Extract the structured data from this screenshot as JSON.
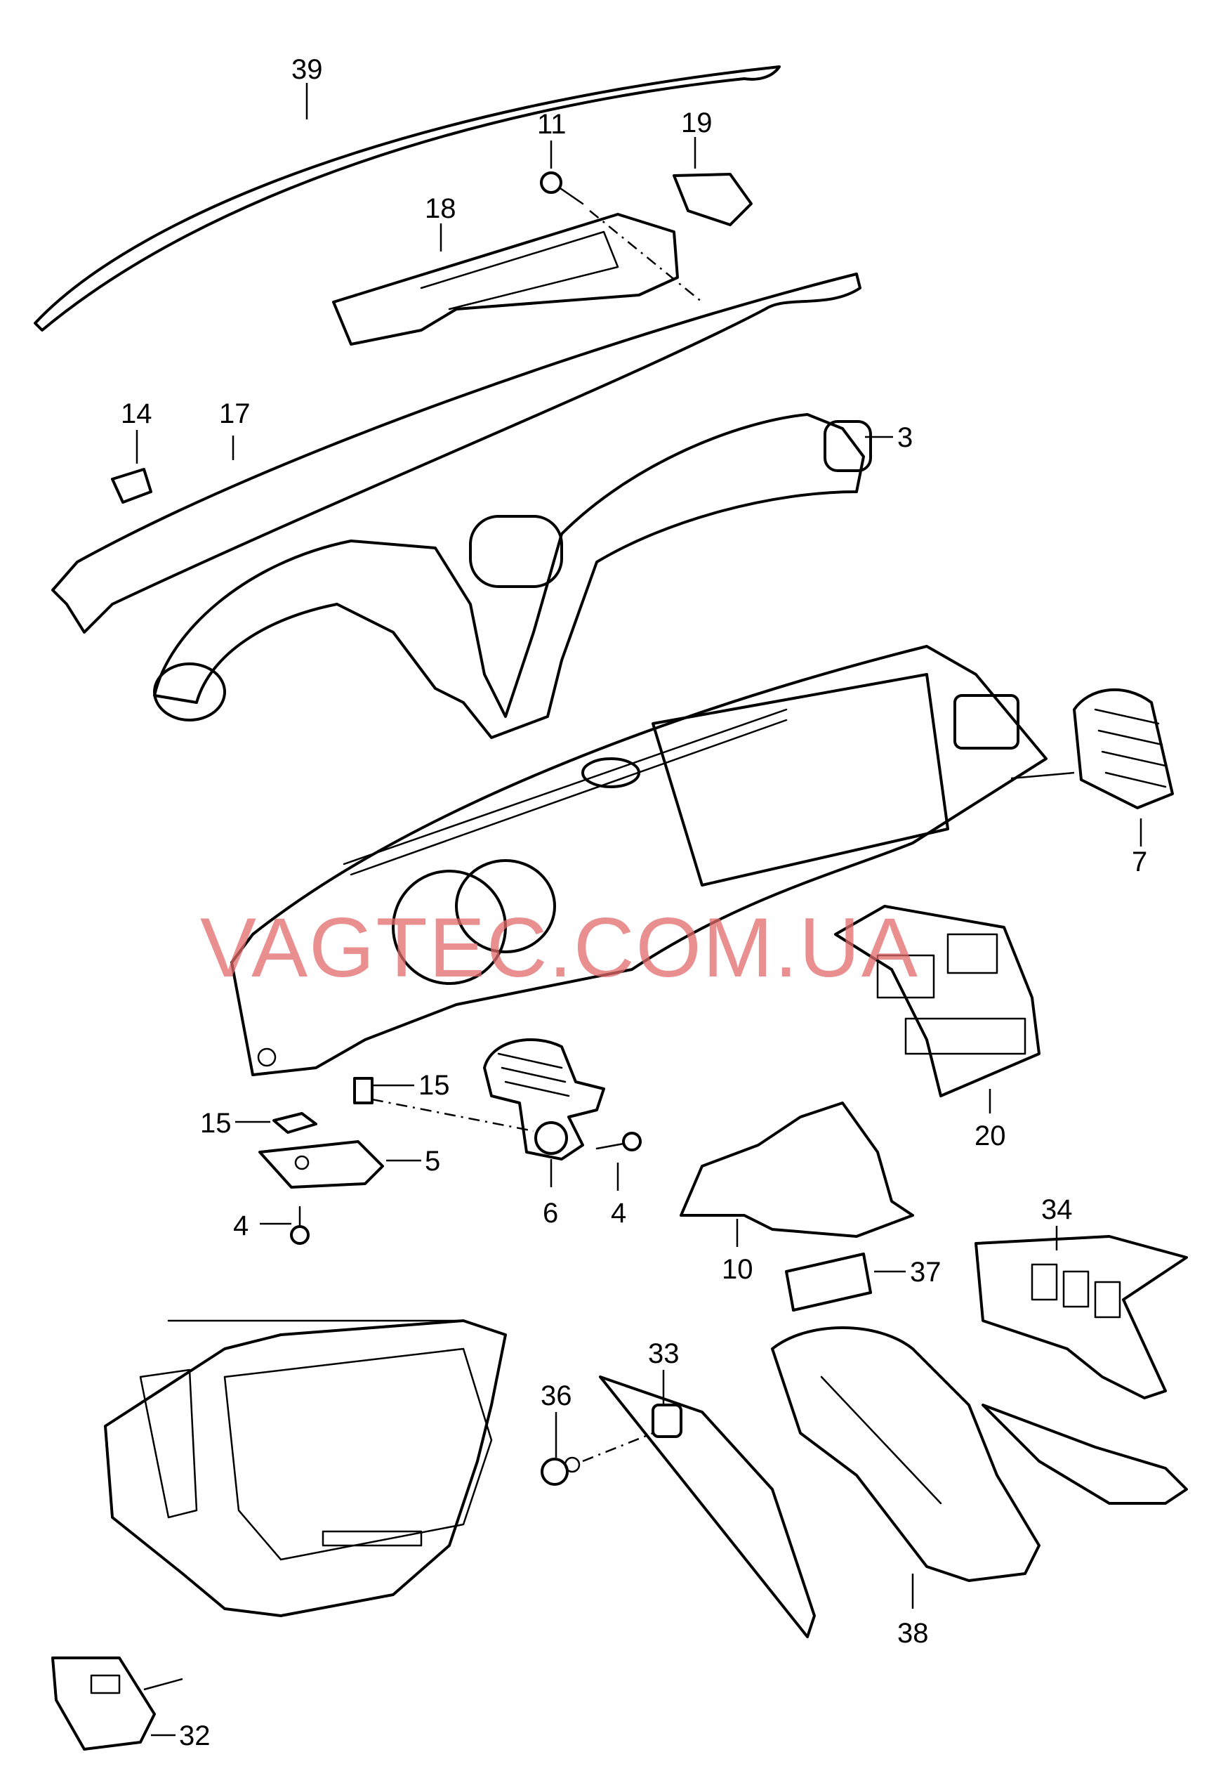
{
  "watermark": "VAGTEC.COM.UA",
  "callouts": {
    "c39": "39",
    "c11": "11",
    "c19": "19",
    "c18": "18",
    "c14": "14",
    "c17": "17",
    "c3": "3",
    "c7": "7",
    "c20": "20",
    "c15a": "15",
    "c15b": "15",
    "c5": "5",
    "c4a": "4",
    "c4b": "4",
    "c6": "6",
    "c10": "10",
    "c37": "37",
    "c34": "34",
    "c33": "33",
    "c36": "36",
    "c38": "38",
    "c32": "32"
  }
}
